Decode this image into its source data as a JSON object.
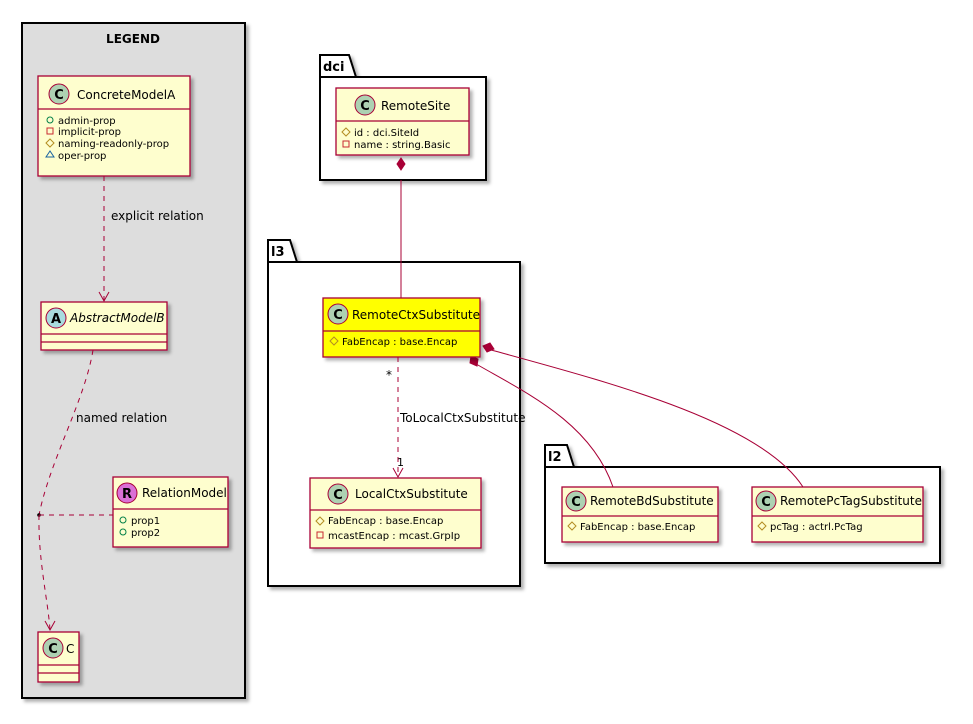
{
  "legend": {
    "title": "LEGEND",
    "concrete": {
      "name": "ConcreteModelA",
      "props": [
        "admin-prop",
        "implicit-prop",
        "naming-readonly-prop",
        "oper-prop"
      ]
    },
    "abstract": {
      "name": "AbstractModelB"
    },
    "relmodel": {
      "name": "RelationModel",
      "props": [
        "prop1",
        "prop2"
      ]
    },
    "c": {
      "name": "C"
    },
    "explicit_label": "explicit relation",
    "named_label": "named relation"
  },
  "packages": {
    "dci": "dci",
    "l3": "l3",
    "l2": "l2"
  },
  "classes": {
    "remotesite": {
      "name": "RemoteSite",
      "attrs": [
        "id : dci.SiteId",
        "name : string.Basic"
      ]
    },
    "remotectx": {
      "name": "RemoteCtxSubstitute",
      "attrs": [
        "FabEncap : base.Encap"
      ]
    },
    "localctx": {
      "name": "LocalCtxSubstitute",
      "attrs": [
        "FabEncap : base.Encap",
        "mcastEncap : mcast.GrpIp"
      ]
    },
    "remotebd": {
      "name": "RemoteBdSubstitute",
      "attrs": [
        "FabEncap : base.Encap"
      ]
    },
    "remotepc": {
      "name": "RemotePcTagSubstitute",
      "attrs": [
        "pcTag : actrl.PcTag"
      ]
    }
  },
  "relations": {
    "to_local_label": "ToLocalCtxSubstitute",
    "mult_star": "*",
    "mult_one": "1"
  },
  "glyphs": {
    "class": "C",
    "abstract": "A",
    "relation": "R"
  },
  "colors": {
    "class_fill": "#FEFECE",
    "highlight_fill": "#FFFF00",
    "border": "#A80036",
    "class_circle": "#ADD1B2",
    "relation_circle": "#DA70D6",
    "legend_bg": "#DDDDDD"
  }
}
